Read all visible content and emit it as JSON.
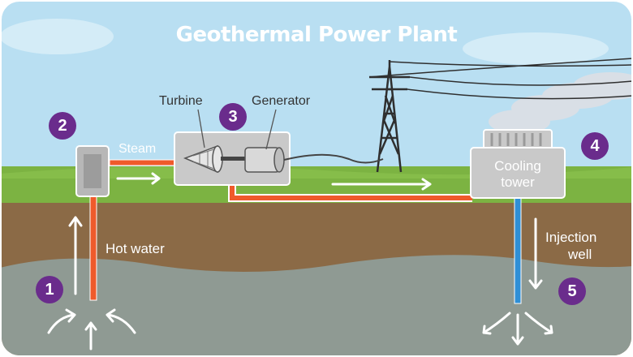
{
  "title": "Geothermal Power Plant",
  "labels": {
    "steam": "Steam",
    "turbine": "Turbine",
    "generator": "Generator",
    "hot_water": "Hot water",
    "cooling_tower_line1": "Cooling",
    "cooling_tower_line2": "tower",
    "injection_well_line1": "Injection",
    "injection_well_line2": "well"
  },
  "steps": [
    "1",
    "2",
    "3",
    "4",
    "5"
  ],
  "colors": {
    "sky": "#b9dff2",
    "grass": "#7cb342",
    "soil": "#8b6a46",
    "rock": "#8f9a93",
    "hot_pipe": "#ef5a2b",
    "cold_pipe": "#2f8fd6",
    "badge": "#6a2c8c",
    "equipment": "#c9c9c9"
  }
}
